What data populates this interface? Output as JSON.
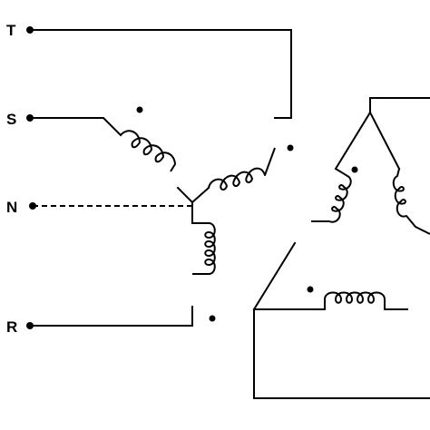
{
  "terminals": {
    "t": "T",
    "s": "S",
    "n": "N",
    "r": "R"
  }
}
